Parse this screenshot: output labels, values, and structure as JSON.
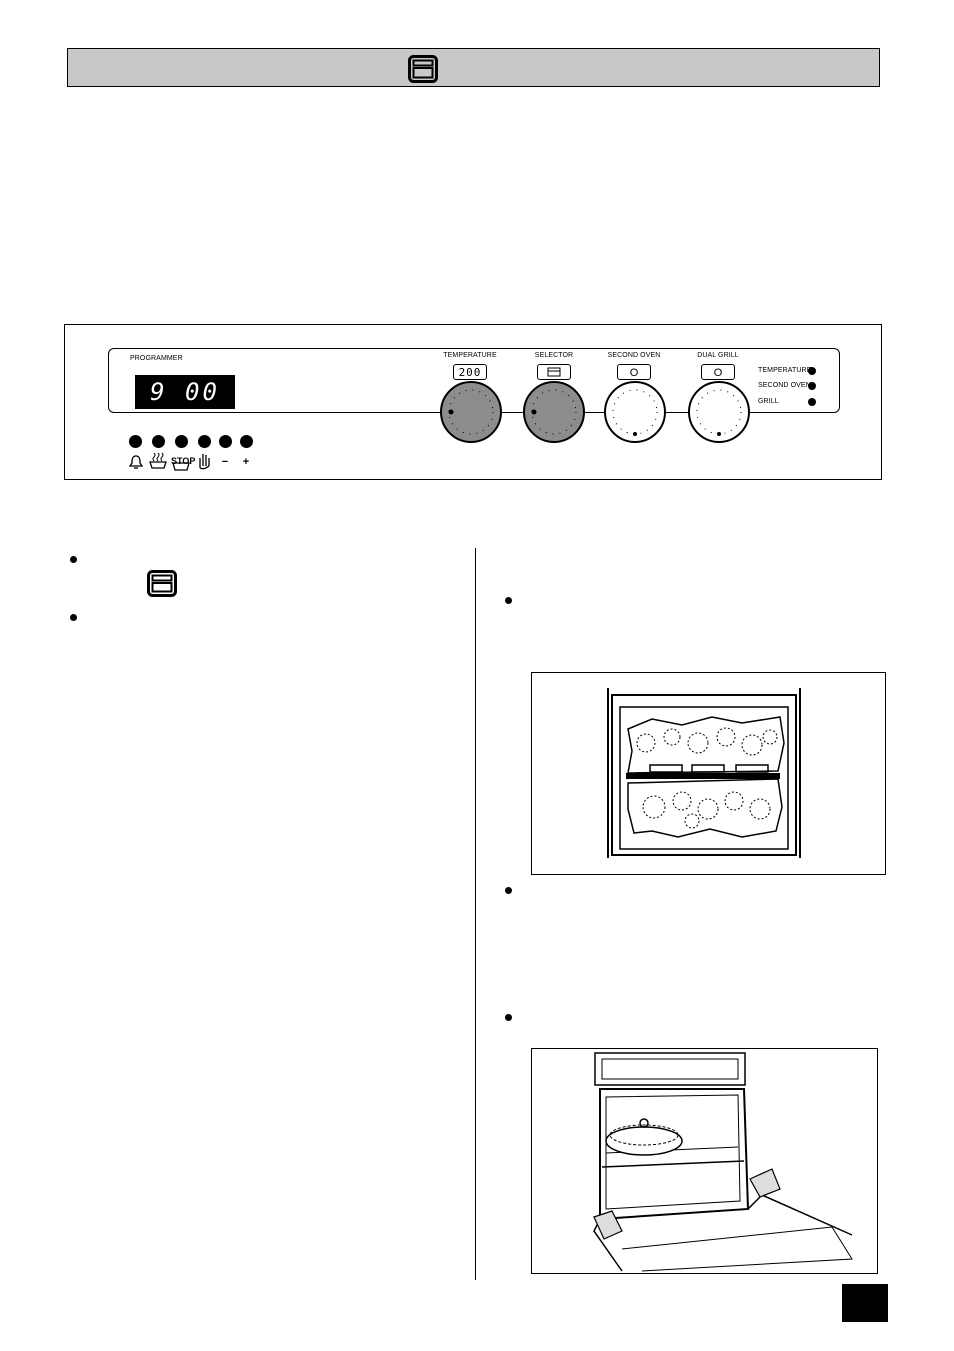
{
  "panel": {
    "programmer_label": "PROGRAMMER",
    "display_value": "9 00",
    "knobs": [
      {
        "label": "TEMPERATURE",
        "tag": "200"
      },
      {
        "label": "SELECTOR",
        "tag": ""
      },
      {
        "label": "SECOND OVEN",
        "tag": "O"
      },
      {
        "label": "DUAL GRILL",
        "tag": "O"
      }
    ],
    "indicators": [
      "TEMPERATURE",
      "SECOND OVEN",
      "GRILL"
    ],
    "buttons": [
      {
        "icon": "bell-icon",
        "symbol": ""
      },
      {
        "icon": "cook-time-icon",
        "symbol": ""
      },
      {
        "icon": "stop-time-icon",
        "symbol": "STOP"
      },
      {
        "icon": "manual-hand-icon",
        "symbol": ""
      },
      {
        "icon": "minus-icon",
        "symbol": "−"
      },
      {
        "icon": "plus-icon",
        "symbol": "+"
      }
    ]
  },
  "colors": {
    "header_gray": "#c8c8c8",
    "knob_dark": "#8c8c8c",
    "ink": "#000000"
  }
}
